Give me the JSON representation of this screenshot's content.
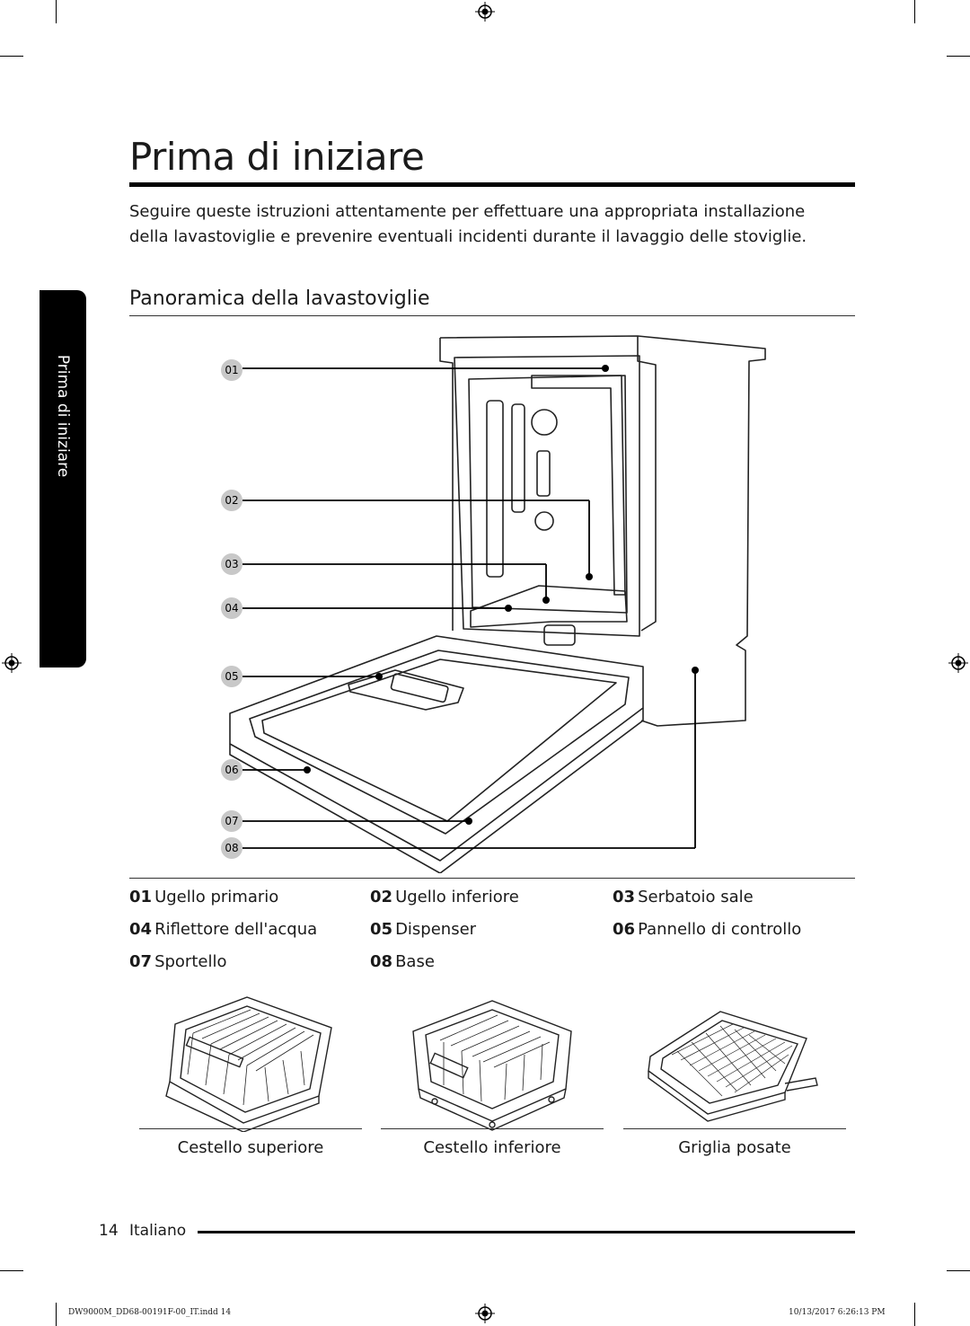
{
  "side_tab": {
    "label": "Prima di iniziare"
  },
  "page": {
    "title": "Prima di iniziare",
    "intro": "Seguire queste istruzioni attentamente per effettuare una appropriata installazione della lavastoviglie e prevenire eventuali incidenti durante il lavaggio delle stoviglie.",
    "section_title": "Panoramica della lavastoviglie"
  },
  "diagram": {
    "callouts": [
      "01",
      "02",
      "03",
      "04",
      "05",
      "06",
      "07",
      "08"
    ]
  },
  "legend": [
    {
      "num": "01",
      "label": "Ugello primario"
    },
    {
      "num": "02",
      "label": "Ugello inferiore"
    },
    {
      "num": "03",
      "label": "Serbatoio sale"
    },
    {
      "num": "04",
      "label": "Riflettore dell'acqua"
    },
    {
      "num": "05",
      "label": "Dispenser"
    },
    {
      "num": "06",
      "label": "Pannello di controllo"
    },
    {
      "num": "07",
      "label": "Sportello"
    },
    {
      "num": "08",
      "label": "Base"
    }
  ],
  "racks": [
    {
      "label": "Cestello superiore"
    },
    {
      "label": "Cestello inferiore"
    },
    {
      "label": "Griglia posate"
    }
  ],
  "footer": {
    "page_number": "14",
    "language": "Italiano",
    "slug_file": "DW9000M_DD68-00191F-00_IT.indd   14",
    "slug_date": "10/13/2017   6:26:13 PM"
  }
}
